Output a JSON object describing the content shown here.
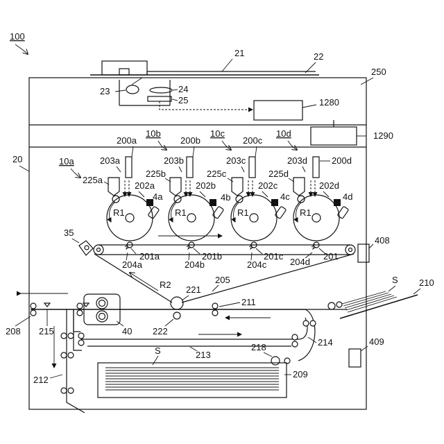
{
  "labels": {
    "apparatus": "100",
    "body": "20",
    "reader": "21",
    "doc_cover": "22",
    "light": "23",
    "lens": "24",
    "sensor": "25",
    "housing": "250",
    "ctrl_a": "1280",
    "ctrl_b": "1290",
    "unit_a": "10a",
    "unit_b": "10b",
    "unit_c": "10c",
    "unit_d": "10d",
    "exp_a": "200a",
    "exp_b": "200b",
    "exp_c": "200c",
    "exp_d": "200d",
    "la_a": "203a",
    "la_b": "203b",
    "la_c": "203c",
    "la_d": "203d",
    "ch_a": "225a",
    "ch_b": "225b",
    "ch_c": "225c",
    "ch_d": "225d",
    "dv_a": "202a",
    "dv_b": "202b",
    "dv_c": "202c",
    "dv_d": "202d",
    "cl_a": "4a",
    "cl_b": "4b",
    "cl_c": "4c",
    "cl_d": "4d",
    "drum": "R1",
    "tr_a": "201a",
    "tr_b": "201b",
    "tr_c": "201c",
    "tr_d": "201",
    "pr_a": "204a",
    "pr_b": "204b",
    "pr_c": "204c",
    "pr_d": "204d",
    "belt_cleaner": "35",
    "sensor_408": "408",
    "belt": "205",
    "rot_r2": "R2",
    "sec_transfer": "221",
    "sec_roller": "222",
    "path_211": "211",
    "manual_tray": "210",
    "sheet": "S",
    "fuser": "40",
    "exit": "208",
    "flapper": "215",
    "path_214": "214",
    "path_213": "213",
    "reverse": "212",
    "pickup": "218",
    "cassette": "209",
    "sensor_409": "409"
  }
}
